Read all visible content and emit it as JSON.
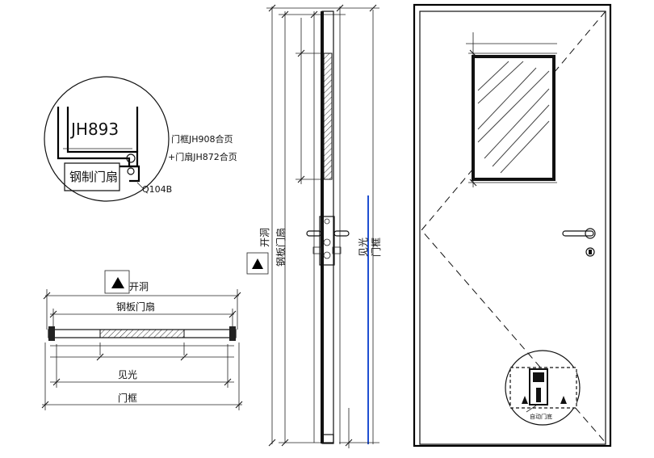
{
  "detail": {
    "model_code": "JH893",
    "leaf_label": "钢制门扇",
    "hinge_note_1": "门框JH908合页",
    "hinge_note_2": "+门扇JH872合页",
    "part_code": "Q104B"
  },
  "section": {
    "opening_label": "开洞",
    "leaf_label": "钢板门扇",
    "clear_label": "见光",
    "frame_label": "门框"
  },
  "side": {
    "opening_label": "开洞",
    "leaf_label": "钢板门扇",
    "clear_label": "见光",
    "frame_label": "门框"
  },
  "elevation": {
    "seal_label": "自动门底"
  },
  "colors": {
    "line": "#111111",
    "dim_blue": "#1f4fd1",
    "glass": "#444444"
  }
}
